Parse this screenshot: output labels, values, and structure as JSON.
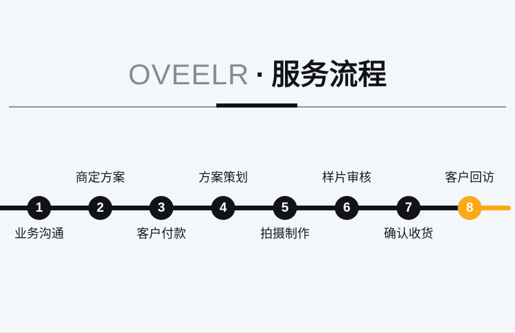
{
  "header": {
    "brand": "OVEELR",
    "separator": "·",
    "title": "服务流程"
  },
  "timeline": {
    "steps": [
      {
        "number": "1",
        "label": "业务沟通",
        "label_position": "below",
        "highlighted": false
      },
      {
        "number": "2",
        "label": "商定方案",
        "label_position": "above",
        "highlighted": false
      },
      {
        "number": "3",
        "label": "客户付款",
        "label_position": "below",
        "highlighted": false
      },
      {
        "number": "4",
        "label": "方案策划",
        "label_position": "above",
        "highlighted": false
      },
      {
        "number": "5",
        "label": "拍摄制作",
        "label_position": "below",
        "highlighted": false
      },
      {
        "number": "6",
        "label": "样片审核",
        "label_position": "above",
        "highlighted": false
      },
      {
        "number": "7",
        "label": "确认收货",
        "label_position": "below",
        "highlighted": false
      },
      {
        "number": "8",
        "label": "客户回访",
        "label_position": "above",
        "highlighted": true
      }
    ]
  },
  "colors": {
    "bg": "#f3f7fa",
    "ink": "#121317",
    "accent": "#fba819",
    "brand": "#8a8a8a",
    "divider": "#8e939a",
    "label": "#16181d"
  }
}
